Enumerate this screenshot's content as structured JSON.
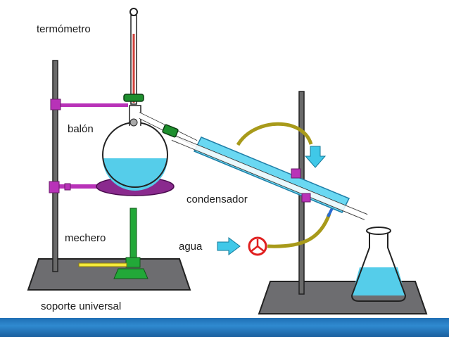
{
  "labels": {
    "thermometer": "termómetro",
    "flask": "balón",
    "condenser": "condensador",
    "burner": "mechero",
    "water": "agua",
    "stand": "soporte universal"
  },
  "colors": {
    "water": "#55cdea",
    "glass_outline": "#222222",
    "clamp": "#b832b8",
    "heat_plate": "#8a2a8e",
    "burner": "#22a838",
    "hose": "#a89a1a",
    "valve": "#e02020",
    "arrow": "#40c8e8",
    "base": "#6d6d70",
    "footer": "#1f6fb4"
  }
}
